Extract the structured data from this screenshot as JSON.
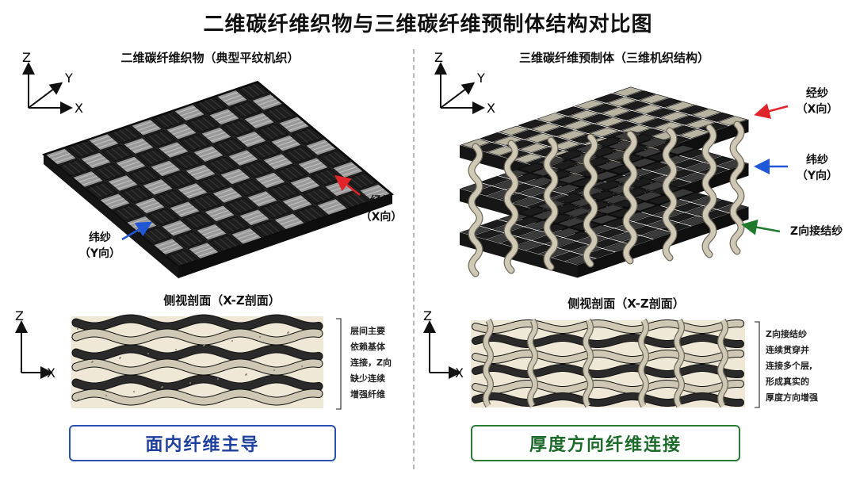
{
  "title": "二维碳纤维织物与三维碳纤维预制体结构对比图",
  "left": {
    "subtitle": "二维碳纤维织物（典型平纹机织）",
    "axes": {
      "z": "Z",
      "y": "Y",
      "x": "X"
    },
    "warp_label": [
      "经纱",
      "（X向）"
    ],
    "weft_label": [
      "纬纱",
      "（Y向）"
    ],
    "section_title": "侧视剖面（X-Z剖面）",
    "section_axes": {
      "z": "Z",
      "x": "X"
    },
    "note_lines": [
      "层间主要",
      "依赖基体",
      "连接，Z向",
      "缺少连续",
      "增强纤维"
    ],
    "banner": "面内纤维主导"
  },
  "right": {
    "subtitle": "三维碳纤维预制体（三维机织结构）",
    "axes": {
      "z": "Z",
      "y": "Y",
      "x": "X"
    },
    "warp_label": [
      "经纱",
      "（X向）"
    ],
    "weft_label": [
      "纬纱",
      "（Y向）"
    ],
    "binder_label": "Z向接结纱",
    "section_title": "侧视剖面（X-Z剖面）",
    "section_axes": {
      "z": "Z",
      "x": "X"
    },
    "note_lines": [
      "Z向接结纱",
      "连续贯穿并",
      "连接多个层,",
      "形成真实的",
      "厚度方向增强"
    ],
    "banner": "厚度方向纤维连接"
  },
  "colors": {
    "carbon_dark": "#1e1e1e",
    "carbon_light": "#9a9a9a",
    "binder_yarn": "#cfc8b4",
    "matrix": "#efe8d6",
    "arrow_red": "#e0242a",
    "arrow_blue": "#1f57d6",
    "arrow_green": "#1e7a2c",
    "banner_blue": "#1d3f9e",
    "banner_green": "#1d6b2a"
  }
}
